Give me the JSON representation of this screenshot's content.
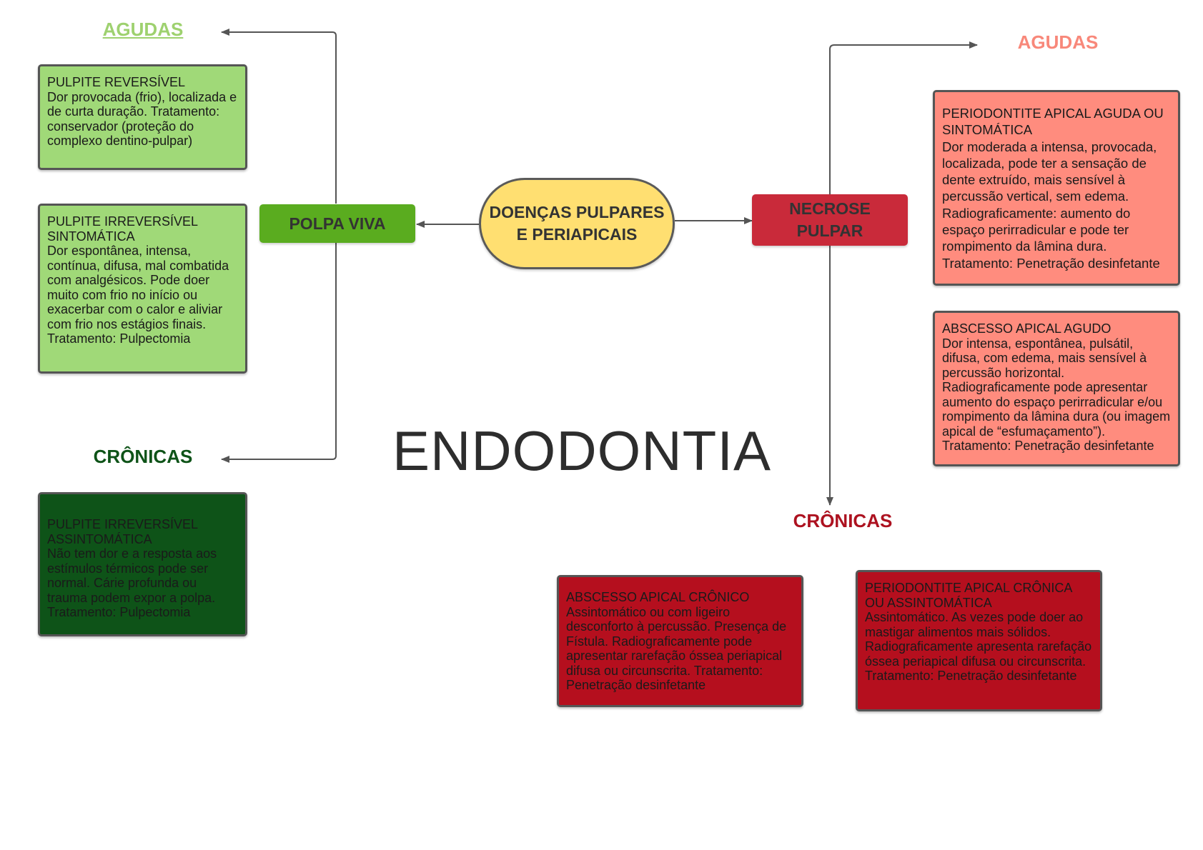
{
  "title": "ENDODONTIA",
  "center": {
    "label": "DOENÇAS PULPARES E PERIAPICAIS"
  },
  "left_branch": {
    "label": "POLPA VIVA",
    "agudas_heading": "AGUDAS",
    "cronicas_heading": "CRÔNICAS",
    "boxes": [
      {
        "title": "PULPITE REVERSÍVEL",
        "text": "Dor provocada (frio), localizada e de curta duração.   Tratamento: conservador (proteção do complexo dentino-pulpar)"
      },
      {
        "title": "PULPITE IRREVERSÍVEL SINTOMÁTICA",
        "text": "Dor espontânea, intensa, contínua, difusa, mal combatida com analgésicos. Pode doer muito com frio no início ou exacerbar com o calor e aliviar com frio nos estágios finais. Tratamento: Pulpectomia"
      },
      {
        "title": "PULPITE IRREVERSÍVEL ASSINTOMÁTICA",
        "text": "Não tem dor e a resposta aos estímulos térmicos pode ser normal. Cárie profunda ou trauma podem expor a polpa. Tratamento: Pulpectomia"
      }
    ]
  },
  "right_branch": {
    "label": "NECROSE PULPAR",
    "agudas_heading": "AGUDAS",
    "cronicas_heading": "CRÔNICAS",
    "boxes": [
      {
        "title": "PERIODONTITE APICAL AGUDA OU SINTOMÁTICA",
        "text": "Dor moderada a intensa, provocada, localizada, pode ter a sensação de dente extruído, mais sensível à percussão vertical, sem edema. Radiograficamente: aumento do espaço perirradicular e pode ter rompimento da lâmina dura. Tratamento: Penetração desinfetante"
      },
      {
        "title": "ABSCESSO APICAL AGUDO",
        "text": "Dor intensa, espontânea, pulsátil, difusa, com edema, mais sensível à percussão horizontal. Radiograficamente pode apresentar aumento do espaço perirradicular e/ou rompimento da lâmina dura (ou imagem apical de “esfumaçamento”). Tratamento: Penetração desinfetante"
      },
      {
        "title": "ABSCESSO APICAL CRÔNICO",
        "text": "Assintomático ou com ligeiro desconforto à percussão. Presença de Fístula. Radiograficamente pode apresentar rarefação óssea periapical difusa ou circunscrita. Tratamento: Penetração desinfetante"
      },
      {
        "title": "PERIODONTITE APICAL CRÔNICA OU ASSINTOMÁTICA",
        "text": "Assintomático. As vezes pode doer ao mastigar alimentos mais sólidos. Radiograficamente apresenta rarefação óssea periapical difusa ou circunscrita. Tratamento: Penetração desinfetante"
      }
    ]
  },
  "colors": {
    "center_fill": "#ffdf71",
    "polpa_viva": "#5aac1f",
    "agudas_left": "#a0d978",
    "cronicas_left": "#0e5318",
    "agudas_left_text": "#9ed16f",
    "necrose": "#c92a3a",
    "agudas_right": "#ff8c7e",
    "agudas_right_text": "#f8887a",
    "cronicas_right": "#b50f1e",
    "cronicas_right_text": "#ad1220"
  }
}
